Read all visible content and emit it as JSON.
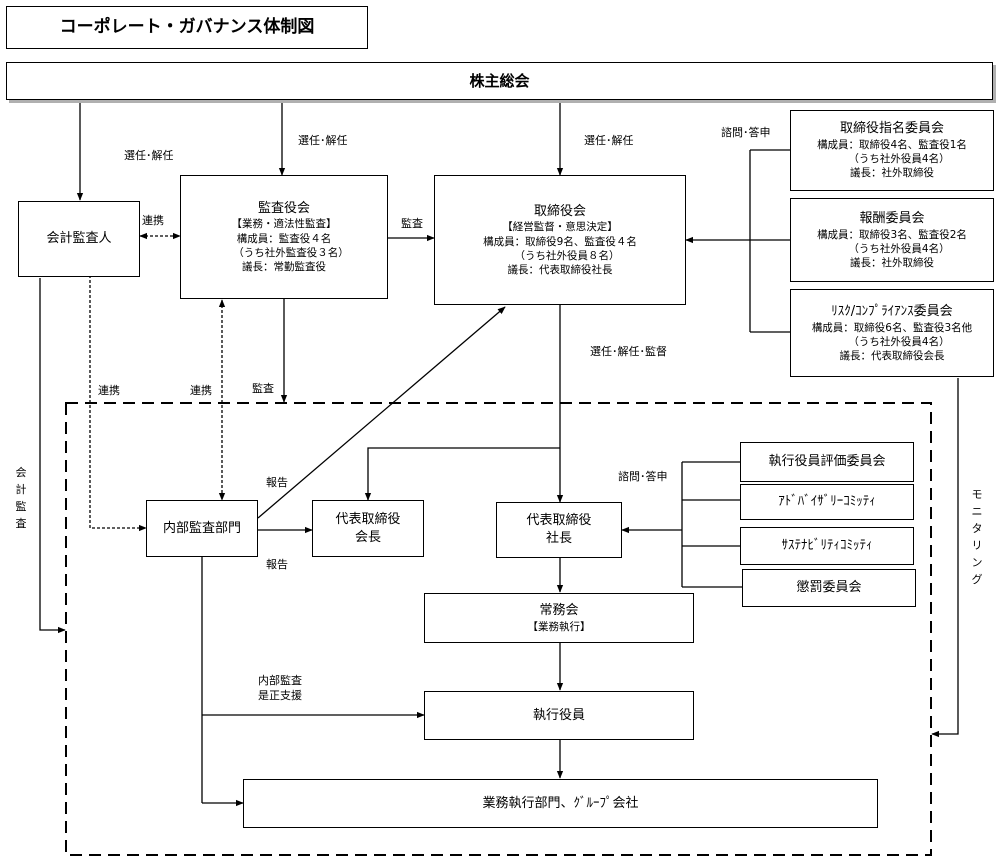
{
  "title": "コーポレート・ガバナンス体制図",
  "shareholders": "株主総会",
  "auditor": "会計監査人",
  "audit_board": {
    "name": "監査役会",
    "role": "【業務・適法性監査】",
    "members": "構成員：監査役４名",
    "members_sub": "（うち社外監査役３名）",
    "chair": "議長：常勤監査役"
  },
  "board": {
    "name": "取締役会",
    "role": "【経営監督・意思決定】",
    "members": "構成員：取締役9名、監査役４名",
    "members_sub": "（うち社外役員８名）",
    "chair": "議長：代表取締役社長"
  },
  "committees": [
    {
      "name": "取締役指名委員会",
      "members": "構成員：取締役4名、監査役1名",
      "members_sub": "（うち社外役員4名）",
      "chair": "議長：社外取締役"
    },
    {
      "name": "報酬委員会",
      "members": "構成員：取締役3名、監査役2名",
      "members_sub": "（うち社外役員4名）",
      "chair": "議長：社外取締役"
    },
    {
      "name": "ﾘｽｸ/ｺﾝﾌﾟﾗｲｱﾝｽ委員会",
      "members": "構成員：取締役6名、監査役3名他",
      "members_sub": "（うち社外役員4名）",
      "chair": "議長：代表取締役会長"
    }
  ],
  "internal_audit": "内部監査部門",
  "chairman": {
    "line1": "代表取締役",
    "line2": "会長"
  },
  "president": {
    "line1": "代表取締役",
    "line2": "社長"
  },
  "exec_committees": [
    "執行役員評価委員会",
    "ｱﾄﾞﾊﾞｲｻﾞﾘｰｺﾐｯﾃｨ",
    "ｻｽﾃﾅﾋﾞﾘﾃｨｺﾐｯﾃｨ",
    "懲罰委員会"
  ],
  "managing": {
    "name": "常務会",
    "role": "【業務執行】"
  },
  "officers": "執行役員",
  "divisions": "業務執行部門、ｸﾞﾙｰﾌﾟ会社",
  "labels": {
    "appoint1": "選任･解任",
    "appoint2": "選任･解任",
    "appoint3": "選任･解任",
    "consult1": "諮問･答申",
    "renkei1": "連携",
    "kansa1": "監査",
    "appoint_supervise": "選任･解任･監督",
    "renkei2": "連携",
    "renkei3": "連携",
    "kansa2": "監査",
    "report1": "報告",
    "report2": "報告",
    "consult2": "諮問･答申",
    "internal_audit_support1": "内部監査",
    "internal_audit_support2": "是正支援",
    "accounting_audit": "会計監査",
    "monitoring": "モニタリング"
  }
}
